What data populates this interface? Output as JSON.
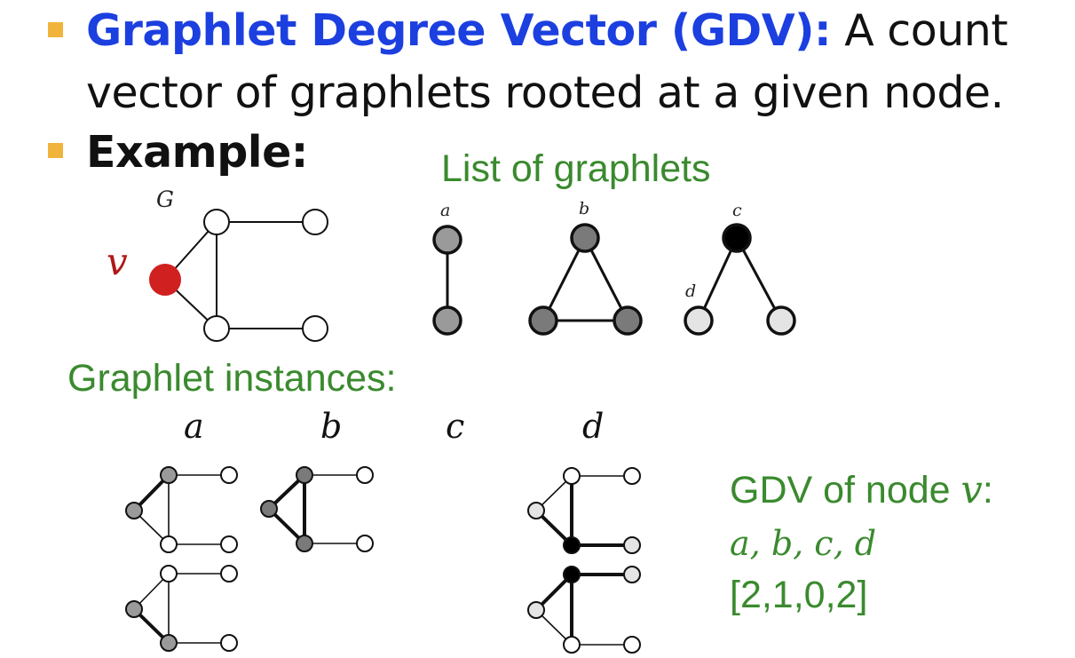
{
  "definition": {
    "term": "Graphlet Degree Vector (GDV)",
    "separator": ":",
    "text_line1": " A count",
    "text_line2": "vector of graphlets rooted at a given node."
  },
  "example": {
    "label": "Example:"
  },
  "main_graph": {
    "graph_label": "G",
    "node_label": "v"
  },
  "graphlet_list": {
    "title": "List of graphlets",
    "labels": {
      "a": "a",
      "b": "b",
      "c": "c",
      "d": "d"
    }
  },
  "instances": {
    "title": "Graphlet instances:",
    "column_labels": [
      "a",
      "b",
      "c",
      "d"
    ]
  },
  "gdv": {
    "title_prefix": "GDV of node ",
    "title_var": "v",
    "title_suffix": ":",
    "variables": "a, b, c, d",
    "vector": "[2,1,0,2]"
  },
  "colors": {
    "accent_blue": "#1c3fe0",
    "bullet": "#f0b43c",
    "green": "#3a8a2e",
    "node_red": "#d02020",
    "node_gray": "#9a9a9a",
    "node_dark_gray": "#7a7a7a",
    "node_light": "#e4e4e4",
    "node_black": "#000000"
  }
}
